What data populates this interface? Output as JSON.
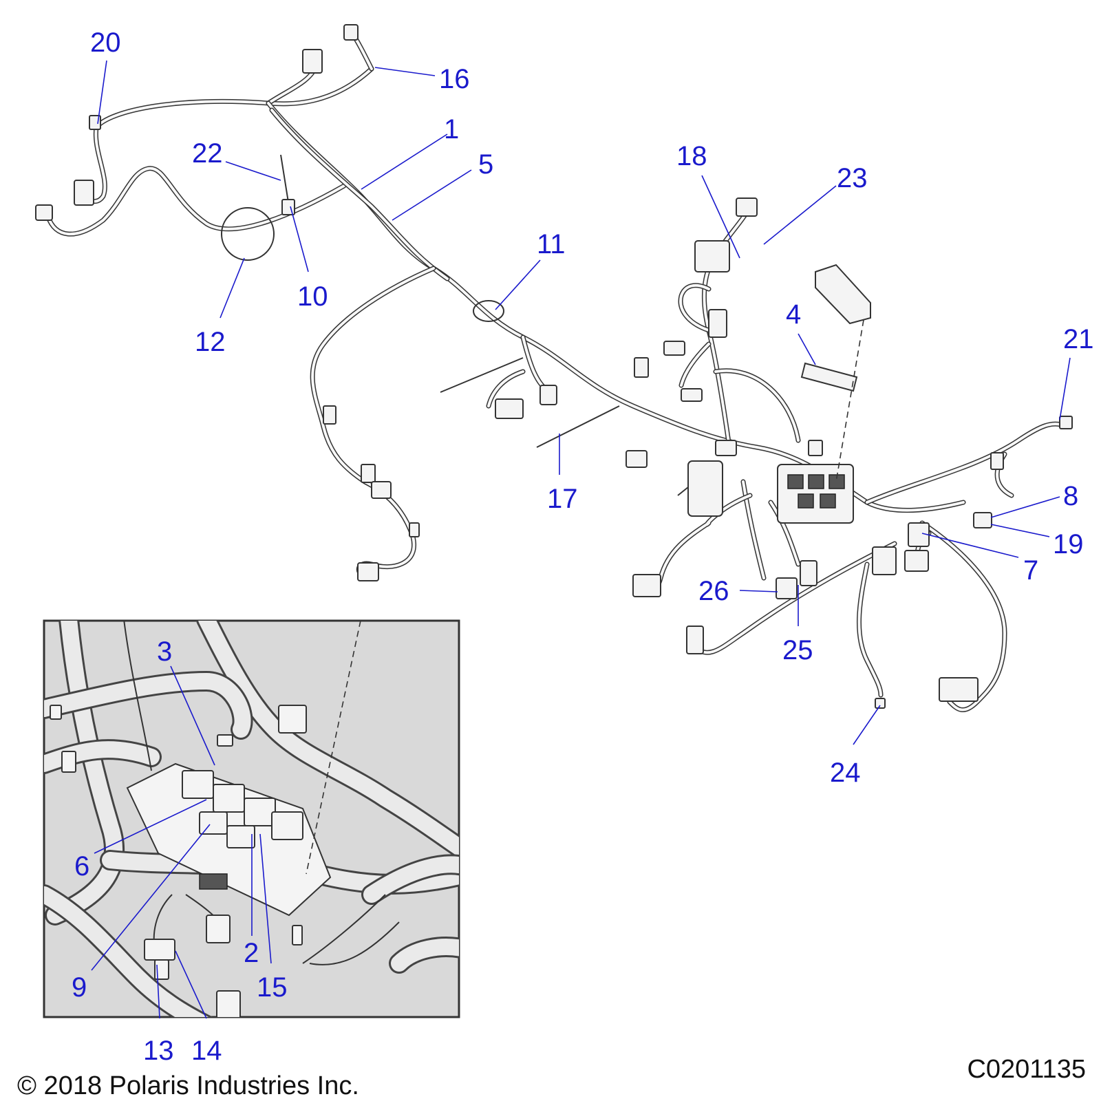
{
  "callouts": [
    {
      "id": "callout-20",
      "label": "20"
    },
    {
      "id": "callout-16",
      "label": "16"
    },
    {
      "id": "callout-1",
      "label": "1"
    },
    {
      "id": "callout-22",
      "label": "22"
    },
    {
      "id": "callout-5",
      "label": "5"
    },
    {
      "id": "callout-18",
      "label": "18"
    },
    {
      "id": "callout-23",
      "label": "23"
    },
    {
      "id": "callout-11",
      "label": "11"
    },
    {
      "id": "callout-10",
      "label": "10"
    },
    {
      "id": "callout-12",
      "label": "12"
    },
    {
      "id": "callout-4",
      "label": "4"
    },
    {
      "id": "callout-21",
      "label": "21"
    },
    {
      "id": "callout-17",
      "label": "17"
    },
    {
      "id": "callout-8",
      "label": "8"
    },
    {
      "id": "callout-19",
      "label": "19"
    },
    {
      "id": "callout-7",
      "label": "7"
    },
    {
      "id": "callout-26",
      "label": "26"
    },
    {
      "id": "callout-25",
      "label": "25"
    },
    {
      "id": "callout-24",
      "label": "24"
    },
    {
      "id": "callout-3",
      "label": "3"
    },
    {
      "id": "callout-6",
      "label": "6"
    },
    {
      "id": "callout-9",
      "label": "9"
    },
    {
      "id": "callout-2",
      "label": "2"
    },
    {
      "id": "callout-15",
      "label": "15"
    },
    {
      "id": "callout-13",
      "label": "13"
    },
    {
      "id": "callout-14",
      "label": "14"
    }
  ],
  "footer": {
    "copyright": "© 2018 Polaris Industries Inc.",
    "drawing_code": "C0201135"
  },
  "colors": {
    "callout": "#1a1acc",
    "line": "#333333",
    "inset_background": "#d9d9d9"
  }
}
